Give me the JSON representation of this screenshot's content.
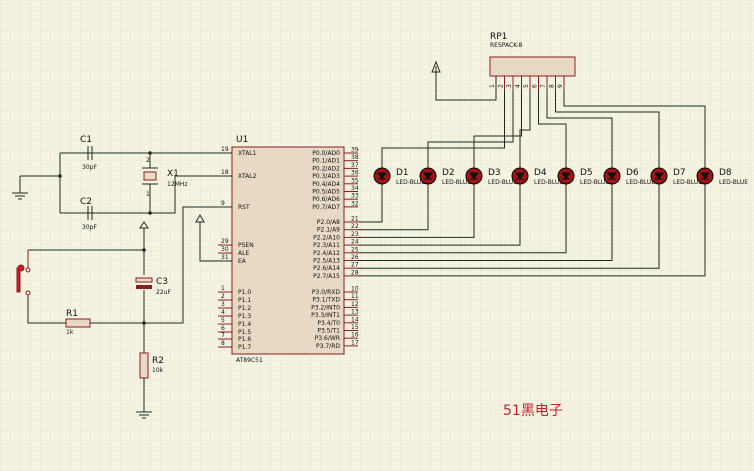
{
  "u1": {
    "ref": "U1",
    "name": "AT89C51",
    "left_pins": [
      {
        "num": "19",
        "name": "XTAL1"
      },
      {
        "num": "18",
        "name": "XTAL2"
      },
      {
        "num": "9",
        "name": "RST"
      },
      {
        "num": "29",
        "name": "PSEN"
      },
      {
        "num": "30",
        "name": "ALE"
      },
      {
        "num": "31",
        "name": "EA"
      },
      {
        "num": "1",
        "name": "P1.0"
      },
      {
        "num": "2",
        "name": "P1.1"
      },
      {
        "num": "3",
        "name": "P1.2"
      },
      {
        "num": "4",
        "name": "P1.3"
      },
      {
        "num": "5",
        "name": "P1.4"
      },
      {
        "num": "6",
        "name": "P1.5"
      },
      {
        "num": "7",
        "name": "P1.6"
      },
      {
        "num": "8",
        "name": "P1.7"
      }
    ],
    "right_pins": [
      {
        "num": "39",
        "name": "P0.0/AD0"
      },
      {
        "num": "38",
        "name": "P0.1/AD1"
      },
      {
        "num": "37",
        "name": "P0.2/AD2"
      },
      {
        "num": "36",
        "name": "P0.3/AD3"
      },
      {
        "num": "35",
        "name": "P0.4/AD4"
      },
      {
        "num": "34",
        "name": "P0.5/AD5"
      },
      {
        "num": "33",
        "name": "P0.6/AD6"
      },
      {
        "num": "32",
        "name": "P0.7/AD7"
      },
      {
        "num": "21",
        "name": "P2.0/A8"
      },
      {
        "num": "22",
        "name": "P2.1/A9"
      },
      {
        "num": "23",
        "name": "P2.2/A10"
      },
      {
        "num": "24",
        "name": "P2.3/A11"
      },
      {
        "num": "25",
        "name": "P2.4/A12"
      },
      {
        "num": "26",
        "name": "P2.5/A13"
      },
      {
        "num": "27",
        "name": "P2.6/A14"
      },
      {
        "num": "28",
        "name": "P2.7/A15"
      },
      {
        "num": "10",
        "name": "P3.0/RXD"
      },
      {
        "num": "11",
        "name": "P3.1/TXD"
      },
      {
        "num": "12",
        "name": "P3.2/INT0"
      },
      {
        "num": "13",
        "name": "P3.3/INT1"
      },
      {
        "num": "14",
        "name": "P3.4/T0"
      },
      {
        "num": "15",
        "name": "P3.5/T1"
      },
      {
        "num": "16",
        "name": "P3.6/WR"
      },
      {
        "num": "17",
        "name": "P3.7/RD"
      }
    ]
  },
  "rp1": {
    "ref": "RP1",
    "value": "RESPACK-8",
    "pins": [
      "1",
      "2",
      "3",
      "4",
      "5",
      "6",
      "7",
      "8",
      "9"
    ]
  },
  "leds": [
    {
      "ref": "D1",
      "type": "LED-BLUE"
    },
    {
      "ref": "D2",
      "type": "LED-BLUE"
    },
    {
      "ref": "D3",
      "type": "LED-BLUE"
    },
    {
      "ref": "D4",
      "type": "LED-BLUE"
    },
    {
      "ref": "D5",
      "type": "LED-BLUE"
    },
    {
      "ref": "D6",
      "type": "LED-BLUE"
    },
    {
      "ref": "D7",
      "type": "LED-BLUE"
    },
    {
      "ref": "D8",
      "type": "LED-BLUE"
    }
  ],
  "c1": {
    "ref": "C1",
    "value": "30pF"
  },
  "c2": {
    "ref": "C2",
    "value": "30pF"
  },
  "x1": {
    "ref": "X1",
    "value": "12MHz"
  },
  "c3": {
    "ref": "C3",
    "value": "22uF"
  },
  "r1": {
    "ref": "R1",
    "value": "1k"
  },
  "r2": {
    "ref": "R2",
    "value": "10k"
  },
  "crystal_pins": [
    "2",
    "1"
  ],
  "brand": "51黑电子",
  "colors": {
    "background": "#f4f3e2",
    "grid": "#dcdccb",
    "wire": "#1f2a1f",
    "part_outline": "#8b1d1d",
    "part_fill": "#e8d9c4",
    "led": "#a11414",
    "brand": "#c3202c"
  }
}
